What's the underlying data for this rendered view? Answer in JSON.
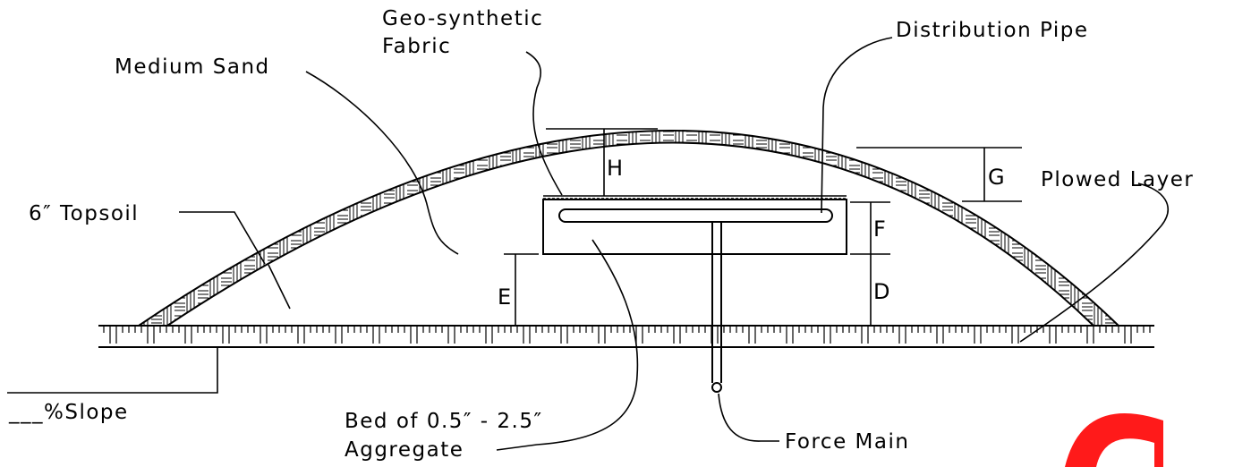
{
  "labels": {
    "geo_line1": "Geo-synthetic",
    "geo_line2": "Fabric",
    "distribution_pipe": "Distribution Pipe",
    "medium_sand": "Medium Sand",
    "topsoil": "6″ Topsoil",
    "plowed_layer": "Plowed Layer",
    "slope": "___%Slope",
    "bed_line1": "Bed of 0.5″ - 2.5″",
    "bed_line2": "Aggregate",
    "force_main": "Force Main"
  },
  "dimensions": {
    "h": "H",
    "g": "G",
    "f": "F",
    "e": "E",
    "d": "D"
  },
  "colors": {
    "ink": "#000000",
    "background": "#ffffff",
    "corner_mark": "#ff1a1a"
  }
}
